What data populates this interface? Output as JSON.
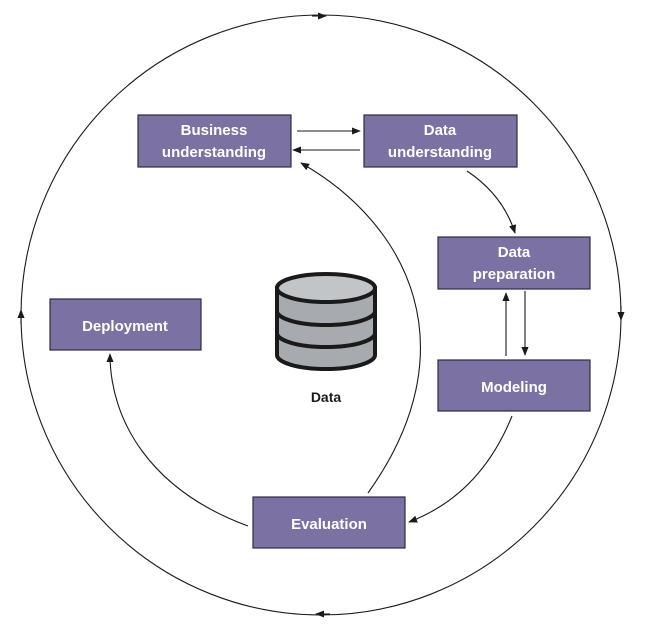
{
  "phases": {
    "business_understanding": [
      "Business",
      "understanding"
    ],
    "data_understanding": [
      "Data",
      "understanding"
    ],
    "data_preparation": [
      "Data",
      "preparation"
    ],
    "modeling": "Modeling",
    "evaluation": "Evaluation",
    "deployment": "Deployment"
  },
  "data_store": {
    "label": "Data",
    "icon": "database-icon"
  },
  "colors": {
    "box_fill": "#7b72a3",
    "box_border": "#2f2a45",
    "label_text": "#ffffff",
    "line": "#1a1a1a",
    "database_fill": "#a7aaae"
  }
}
